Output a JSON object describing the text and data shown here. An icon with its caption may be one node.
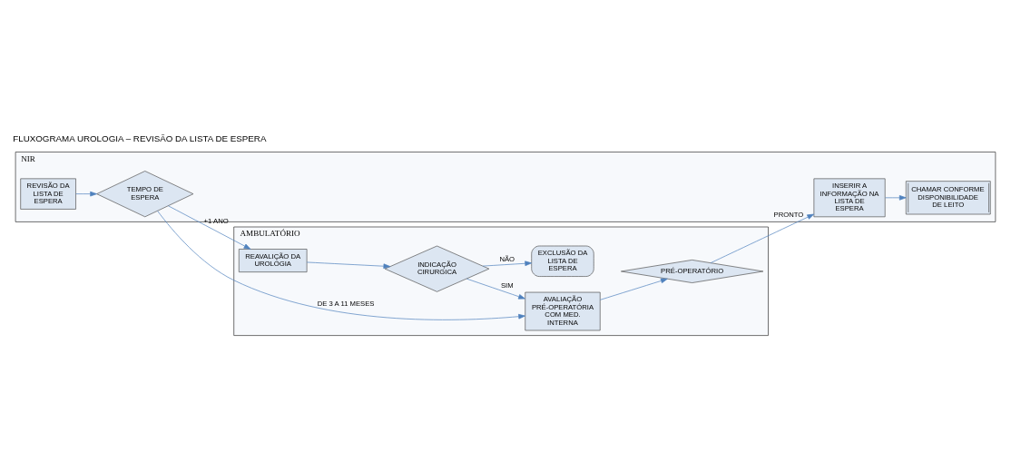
{
  "diagram": {
    "title": "FLUXOGRAMA UROLOGIA – REVISÃO DA LISTA DE ESPERA",
    "nodes": [
      {
        "text": [
          "NIR"
        ]
      },
      {
        "text": [
          "REVISÃO DA LISTA DE ESPERA"
        ],
        "in": 0
      },
      {
        "text": [
          "TEMPO DE ESPERA"
        ],
        "in": 0
      },
      {
        "text": [
          "INSERIR A INFORMAÇÃO NA LISTA DE ESPERA"
        ],
        "in": 0
      },
      {
        "text": [
          "CHAMAR CONFORME DISPONIBILIDADE DE LEITO"
        ],
        "in": 0
      },
      {
        "text": [
          "AMBULATÓRIO"
        ]
      },
      {
        "text": [
          "REAVALIÇÃO DA UROLOGIA"
        ],
        "in": 5
      },
      {
        "text": [
          "INDICAÇÃO CIRURGICA"
        ],
        "in": 5
      },
      {
        "text": [
          "AVALIAÇÃO PRÉ-OPERATÓRIA COM MED. INTERNA"
        ],
        "in": 5
      },
      {
        "text": [
          "PRÉ-OPERATÓRIO"
        ],
        "in": 5
      },
      {
        "text": [
          "EXCLUSÃO DA LISTA DE ESPERA"
        ],
        "in": 5
      }
    ],
    "edges": [
      {
        "from": 1,
        "to": 2,
        "arrow": "to"
      },
      {
        "from": 2,
        "to": 6,
        "arrow": "to",
        "label": "+1 ANO"
      },
      {
        "from": 2,
        "to": 8,
        "arrow": "to",
        "label": "DE 3 A 11 MESES"
      },
      {
        "from": 6,
        "to": 7,
        "arrow": "to"
      },
      {
        "from": 7,
        "to": 8,
        "arrow": "to",
        "label": "SIM"
      },
      {
        "from": 7,
        "to": 10,
        "arrow": "to",
        "label": "NÃO"
      },
      {
        "from": 8,
        "to": 9,
        "arrow": "to"
      },
      {
        "from": 9,
        "to": 3,
        "arrow": "to",
        "label": "PRONTO"
      },
      {
        "from": 3,
        "to": 4,
        "arrow": "to"
      }
    ]
  }
}
